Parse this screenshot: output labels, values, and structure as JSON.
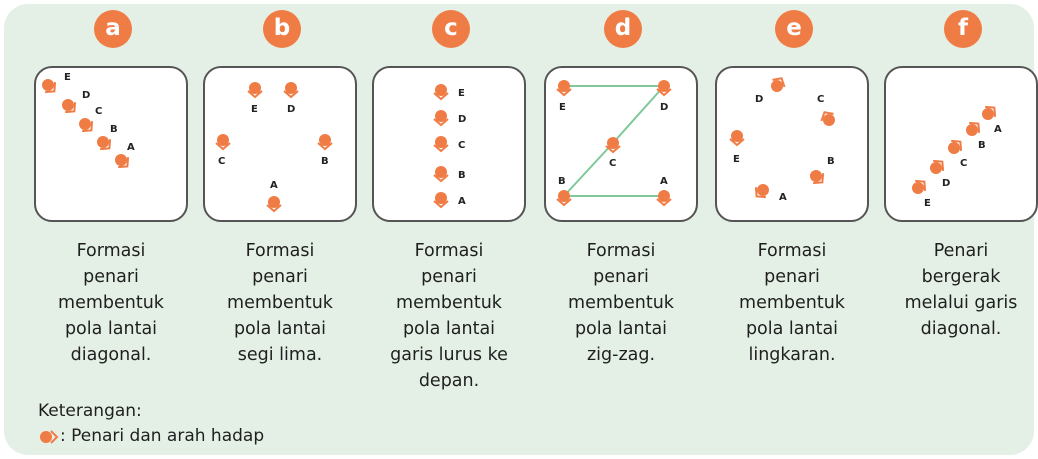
{
  "panels": [
    {
      "badge": "a",
      "caption": [
        "Formasi",
        "penari",
        "membentuk",
        "pola lantai",
        "diagonal."
      ],
      "labels": [
        "A",
        "B",
        "C",
        "D",
        "E"
      ]
    },
    {
      "badge": "b",
      "caption": [
        "Formasi",
        "penari",
        "membentuk",
        "pola lantai",
        "segi lima."
      ],
      "labels": [
        "A",
        "B",
        "C",
        "D",
        "E"
      ]
    },
    {
      "badge": "c",
      "caption": [
        "Formasi",
        "penari",
        "membentuk",
        "pola lantai",
        "garis lurus ke",
        "depan."
      ],
      "labels": [
        "A",
        "B",
        "C",
        "D",
        "E"
      ]
    },
    {
      "badge": "d",
      "caption": [
        "Formasi",
        "penari",
        "membentuk",
        "pola lantai",
        "zig-zag."
      ],
      "labels": [
        "A",
        "B",
        "C",
        "D",
        "E"
      ]
    },
    {
      "badge": "e",
      "caption": [
        "Formasi",
        "penari",
        "membentuk",
        "pola lantai",
        "lingkaran."
      ],
      "labels": [
        "A",
        "B",
        "C",
        "D",
        "E"
      ]
    },
    {
      "badge": "f",
      "caption": [
        "Penari",
        "bergerak",
        "melalui garis",
        "diagonal."
      ],
      "labels": [
        "A",
        "B",
        "C",
        "D",
        "E"
      ]
    }
  ],
  "legend": {
    "title": "Keterangan:",
    "item": ": Penari dan arah hadap"
  },
  "colors": {
    "accent": "#f07c45",
    "background": "#e4f0e6",
    "zigzag_line": "#7ec89a"
  }
}
